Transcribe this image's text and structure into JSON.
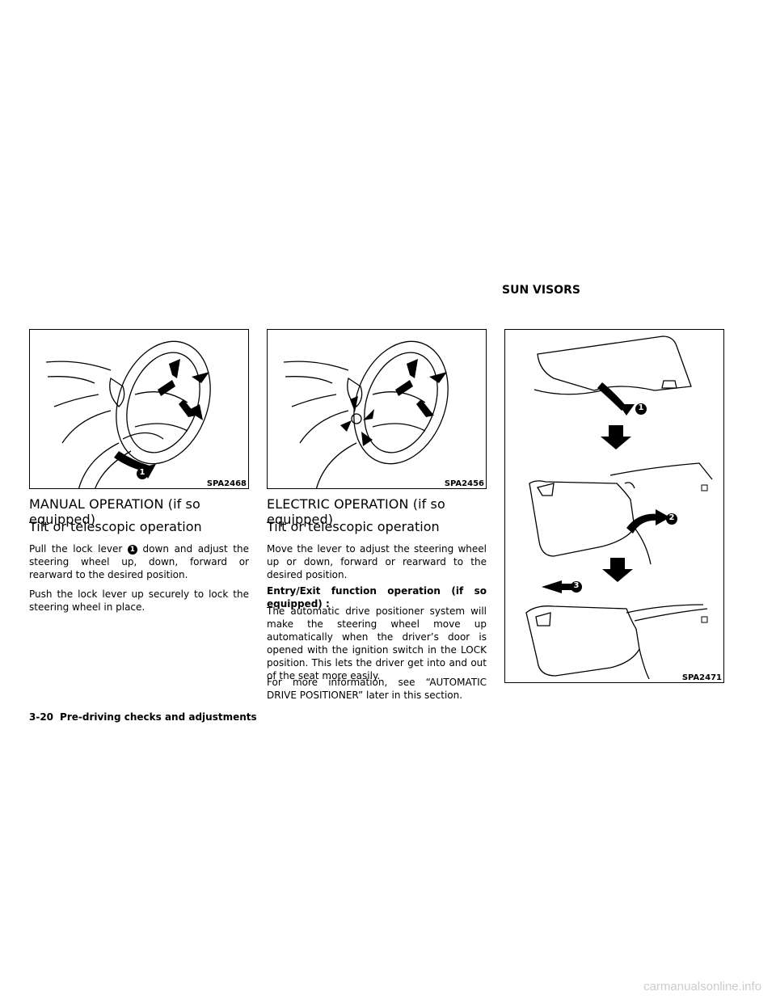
{
  "section_title": "SUN VISORS",
  "figures": {
    "fig1_code": "SPA2468",
    "fig2_code": "SPA2456",
    "fig3_code": "SPA2471",
    "callout_1": "1",
    "callout_2": "2",
    "callout_3": "3"
  },
  "manual": {
    "heading": "MANUAL OPERATION (if so equipped)",
    "subheading": "Tilt or telescopic operation",
    "p1_before": "Pull the lock lever",
    "p1_callout": "1",
    "p1_after": "down and adjust the steering wheel up, down, forward or rearward to the desired position.",
    "p2": "Push the lock lever up securely to lock the steering wheel in place."
  },
  "electric": {
    "heading": "ELECTRIC OPERATION (if so equipped)",
    "subheading": "Tilt or telescopic operation",
    "p1": "Move the lever to adjust the steering wheel up or down, forward or rearward to the desired position.",
    "entry_heading": "Entry/Exit function operation (if so equipped) :",
    "p2": "The automatic drive positioner system will make the steering wheel move up automatically when the driver’s door is opened with the ignition switch in the LOCK position. This lets the driver get into and out of the seat more easily.",
    "p3": "For more information, see “AUTOMATIC DRIVE POSITIONER” later in this section."
  },
  "footer": {
    "page_number": "3-20",
    "chapter": "Pre-driving checks and adjustments"
  },
  "watermark": "carmanualsonline.info"
}
